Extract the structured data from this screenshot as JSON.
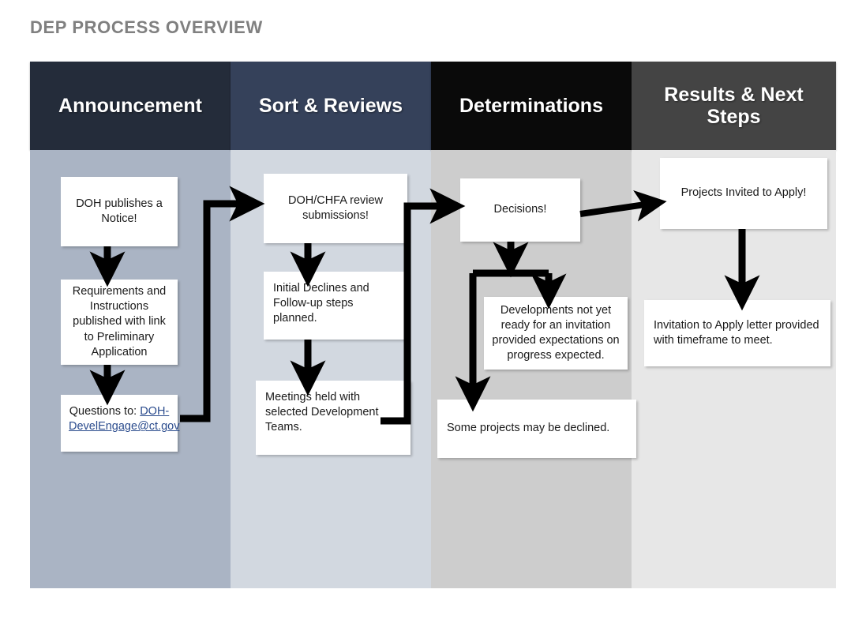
{
  "page": {
    "title": "DEP PROCESS OVERVIEW",
    "title_color": "#808080"
  },
  "columns": [
    {
      "id": "announcement",
      "header": "Announcement",
      "header_color": "#242c3a",
      "body_color": "#aab4c4",
      "nodes": [
        {
          "name": "doh-publishes-notice",
          "text": "DOH publishes a Notice!"
        },
        {
          "name": "requirements-instructions",
          "text": "Requirements and Instructions published with link to Preliminary Application"
        },
        {
          "name": "questions-contact",
          "text_prefix": "Questions to: ",
          "link_text": "DOH-DevelEngage@ct.gov",
          "link_color": "#2a4b8d"
        }
      ]
    },
    {
      "id": "sort-reviews",
      "header": "Sort & Reviews",
      "header_color": "#35415a",
      "body_color": "#d2d8e0",
      "nodes": [
        {
          "name": "doh-chfa-review",
          "text": "DOH/CHFA review submissions!"
        },
        {
          "name": "initial-declines",
          "text": "Initial Declines and Follow-up steps planned."
        },
        {
          "name": "meetings-held",
          "text": "Meetings held with selected Development Teams."
        }
      ]
    },
    {
      "id": "determinations",
      "header": "Determinations",
      "header_color": "#0a0a0a",
      "body_color": "#cdcdcd",
      "nodes": [
        {
          "name": "decisions",
          "text": "Decisions!"
        },
        {
          "name": "developments-not-ready",
          "text": "Developments not yet ready for an invitation provided expectations on progress expected."
        },
        {
          "name": "some-projects-declined",
          "text": "Some projects may be declined."
        }
      ]
    },
    {
      "id": "results-next-steps",
      "header": "Results & Next Steps",
      "header_color": "#444444",
      "body_color": "#e7e7e7",
      "nodes": [
        {
          "name": "projects-invited",
          "text": "Projects Invited to Apply!"
        },
        {
          "name": "invitation-letter",
          "text": "Invitation to Apply letter provided with timeframe to meet."
        }
      ]
    }
  ],
  "connectors": {
    "color": "#000000",
    "flows": [
      "doh-publishes-notice -> requirements-instructions",
      "requirements-instructions -> questions-contact",
      "questions-contact -> doh-chfa-review",
      "doh-chfa-review -> initial-declines",
      "initial-declines -> meetings-held",
      "meetings-held -> decisions",
      "decisions -> developments-not-ready",
      "decisions -> some-projects-declined",
      "decisions -> projects-invited",
      "projects-invited -> invitation-letter"
    ]
  }
}
